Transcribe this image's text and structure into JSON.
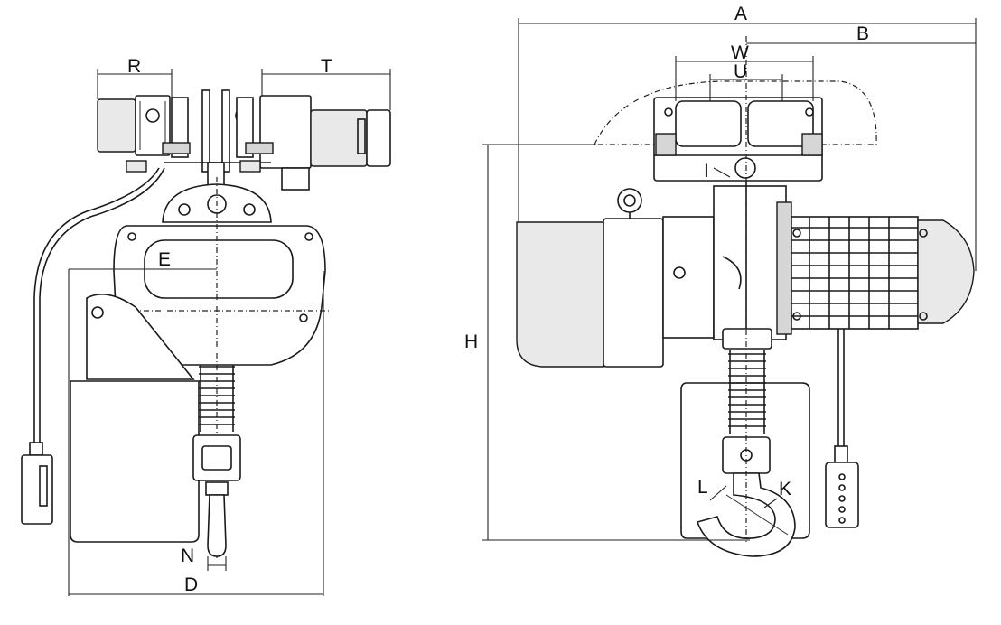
{
  "labels": {
    "A": "A",
    "B": "B",
    "W": "W",
    "U": "U",
    "I": "I",
    "H": "H",
    "L": "L",
    "K": "K",
    "R": "R",
    "T": "T",
    "E": "E",
    "N": "N",
    "D": "D"
  },
  "colors": {
    "line": "#1a1a1a",
    "panel": "#e9e9e9",
    "background": "#ffffff"
  }
}
